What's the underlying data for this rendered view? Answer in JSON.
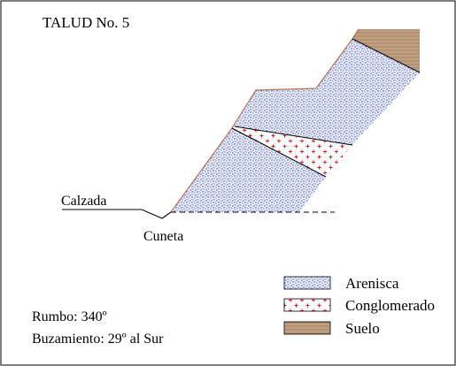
{
  "diagram": {
    "title": "TALUD No. 5",
    "labels": {
      "calzada": "Calzada",
      "cuneta": "Cuneta"
    },
    "orientation": {
      "rumbo": "Rumbo: 340º",
      "buzamiento": "Buzamiento: 29º al Sur"
    },
    "legend": [
      {
        "label": "Arenisca",
        "pattern": "arenisca"
      },
      {
        "label": "Conglomerado",
        "pattern": "conglomerado"
      },
      {
        "label": "Suelo",
        "pattern": "suelo"
      }
    ],
    "colors": {
      "arenisca_dots": "#1a2fa8",
      "conglomerado_cross": "#e02020",
      "suelo_fill": "#b89878",
      "slope_line": "#b07050",
      "frame": "#000000"
    }
  }
}
